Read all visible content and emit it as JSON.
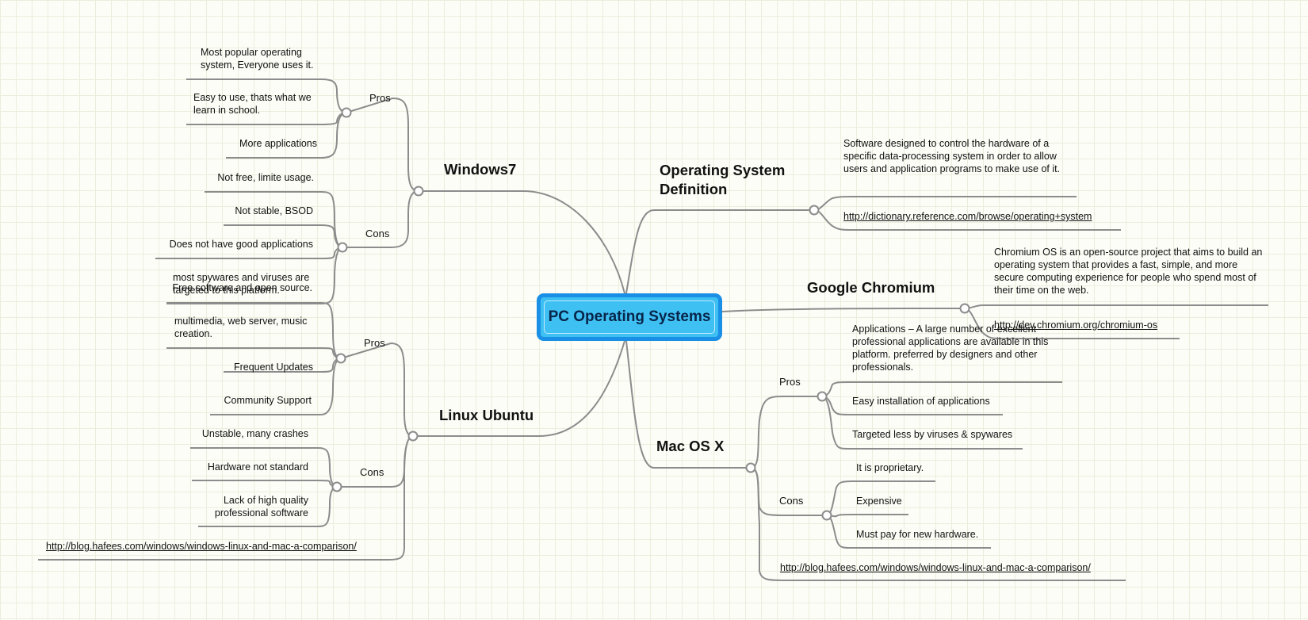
{
  "central": "PC Operating Systems",
  "windows7": {
    "title": "Windows7",
    "pros_label": "Pros",
    "pros": [
      "Most popular operating system, Everyone uses it.",
      "Easy to use, thats what we learn in school.",
      "More applications"
    ],
    "cons_label": "Cons",
    "cons": [
      "Not free, limite usage.",
      "Not stable, BSOD",
      "Does not have good applications",
      "most spywares and viruses are targeted to this platform."
    ]
  },
  "linux": {
    "title": "Linux Ubuntu",
    "pros_label": "Pros",
    "pros": [
      "Free software and open source.",
      "multimedia, web server, music creation.",
      "Frequent Updates",
      "Community Support"
    ],
    "cons_label": "Cons",
    "cons": [
      "Unstable, many crashes",
      "Hardware not standard",
      "Lack of high quality professional software"
    ],
    "link": "http://blog.hafees.com/windows/windows-linux-and-mac-a-comparison/"
  },
  "osdef": {
    "title": "Operating System Definition",
    "text": "Software designed to control the hardware of a specific data-processing system in order to allow users and application programs to make use of it.",
    "link": "http://dictionary.reference.com/browse/operating+system"
  },
  "chromium": {
    "title": "Google Chromium",
    "text": "Chromium OS is an open-source project that aims to build an operating system that provides a fast, simple, and more secure computing experience for people who spend most of their time on the web.",
    "link": "http://dev.chromium.org/chromium-os"
  },
  "mac": {
    "title": "Mac OS X",
    "pros_label": "Pros",
    "pros": [
      "Applications – A large number of excellent professional applications are available in this platform. preferred by designers and other professionals.",
      "Easy installation of applications",
      "Targeted less by viruses & spywares"
    ],
    "cons_label": "Cons",
    "cons": [
      "It is proprietary.",
      "Expensive",
      "Must pay for new hardware."
    ],
    "link": "http://blog.hafees.com/windows/windows-linux-and-mac-a-comparison/"
  },
  "colors": {
    "line": "#8c8c8c",
    "central_fill": "#3fc0f2",
    "central_border": "#1a8fe6",
    "grid": "#eaeedc"
  }
}
